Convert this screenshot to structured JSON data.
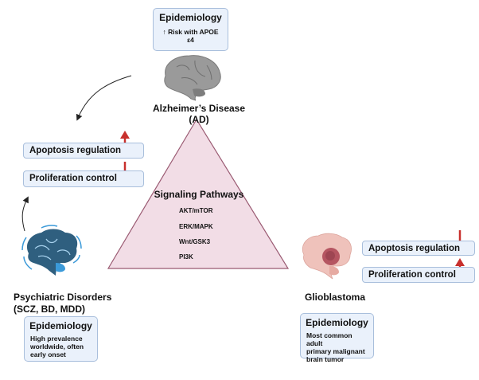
{
  "alzheimers": {
    "name": "Alzheimer’s Disease (AD)",
    "epidemiology_title": "Epidemiology",
    "epidemiology_text": "↑ Risk with APOE ε4"
  },
  "psychiatric": {
    "name_line1": "Psychiatric Disorders",
    "name_line2": "(SCZ, BD, MDD)",
    "epidemiology_title": "Epidemiology",
    "epidemiology_lines": [
      "High prevalence",
      "worldwide, often",
      "early onset"
    ],
    "apoptosis": {
      "label": "Apoptosis regulation",
      "direction": "up"
    },
    "proliferation": {
      "label": "Proliferation control",
      "direction": "down"
    }
  },
  "glioblastoma": {
    "name": "Glioblastoma",
    "epidemiology_title": "Epidemiology",
    "epidemiology_lines": [
      "Most common adult",
      "primary malignant",
      "brain tumor"
    ],
    "apoptosis": {
      "label": "Apoptosis regulation",
      "direction": "down"
    },
    "proliferation": {
      "label": "Proliferation control",
      "direction": "up"
    }
  },
  "signaling": {
    "title": "Signaling Pathways",
    "pathways": [
      "AKT/mTOR",
      "ERK/MAPK",
      "Wnt/GSK3",
      "PI3K"
    ]
  },
  "colors": {
    "triangle_fill": "#f2dde6",
    "triangle_stroke": "#9a5a72",
    "arrow_red": "#c8302d",
    "box_fill": "#eaf1fb",
    "box_border": "#a9bfdc",
    "ad_brain": "#8f8f8f",
    "psych_brain": "#2f5f7f",
    "psych_accent": "#3b9ad9",
    "gbm_brain": "#efc2bb",
    "gbm_tumor": "#b55561"
  }
}
